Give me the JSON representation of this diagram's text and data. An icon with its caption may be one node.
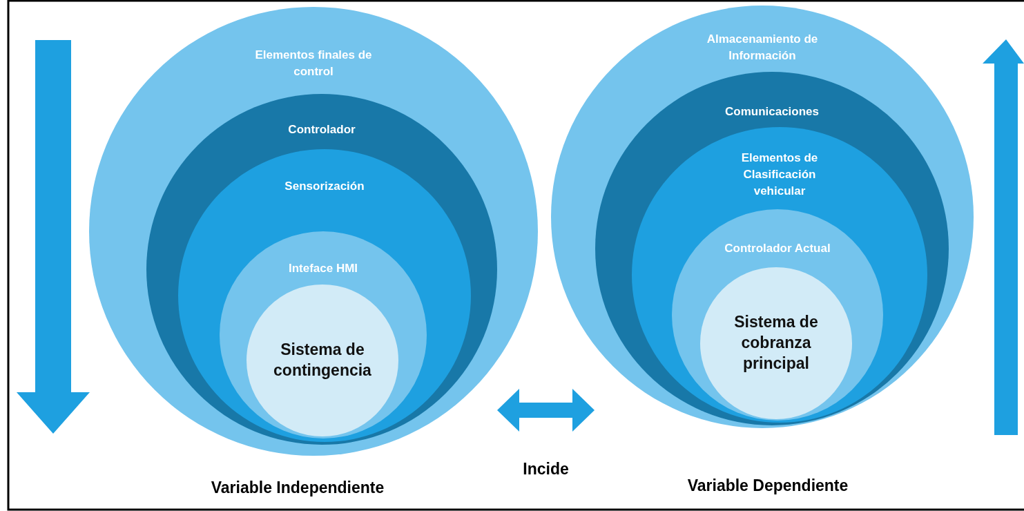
{
  "diagram": {
    "nodes": [
      {
        "text": [
          "Elementos finales de control"
        ]
      },
      {
        "text": [
          "Controlador"
        ],
        "in": 0
      },
      {
        "text": [
          "Sensorización"
        ],
        "in": 1
      },
      {
        "text": [
          "Inteface HMI"
        ],
        "in": 2
      },
      {
        "text": [
          "Sistema de contingencia"
        ],
        "in": 3
      },
      {
        "text": [
          "Almacenamiento de Información"
        ]
      },
      {
        "text": [
          "Comunicaciones"
        ],
        "in": 5
      },
      {
        "text": [
          "Elementos de Clasificación vehicular"
        ],
        "in": 6
      },
      {
        "text": [
          "Controlador Actual"
        ],
        "in": 7
      },
      {
        "text": [
          "Sistema de cobranza principal"
        ],
        "in": 8
      }
    ],
    "edges": [
      {
        "from": 0,
        "to": 5,
        "arrow": "both",
        "label": "Incide"
      }
    ],
    "labels": [
      "Variable Independiente",
      "Variable Dependiente"
    ]
  }
}
